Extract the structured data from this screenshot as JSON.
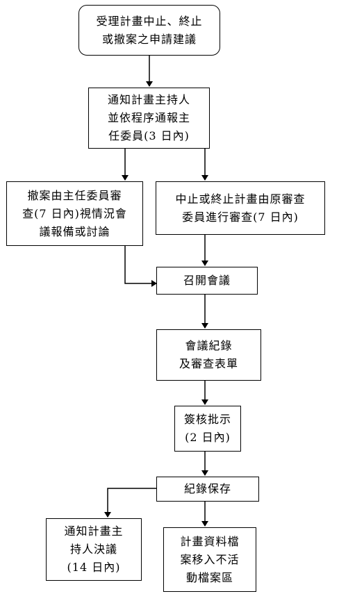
{
  "flow": {
    "start": [
      "受理計畫中止、終止",
      "或撤案之申請建議"
    ],
    "notify": [
      "通知計畫主持人",
      "並依程序通報主",
      "任委員(3 日內)"
    ],
    "withdraw_review": [
      "撤案由主任委員審",
      "查(7 日內)視情況會",
      "議報備或討論"
    ],
    "terminate_review": [
      "中止或終止計畫由原審查",
      "委員進行審查(7 日內)"
    ],
    "meeting": [
      "召開會議"
    ],
    "minutes": [
      "會議紀錄",
      "及審查表單"
    ],
    "approve": [
      "簽核批示",
      "(2 日內)"
    ],
    "archive": [
      "紀錄保存"
    ],
    "notify_pi": [
      "通知計畫主",
      "持人決議",
      "(14 日內)"
    ],
    "inactive": [
      "計畫資料檔",
      "案移入不活",
      "動檔案區"
    ]
  }
}
